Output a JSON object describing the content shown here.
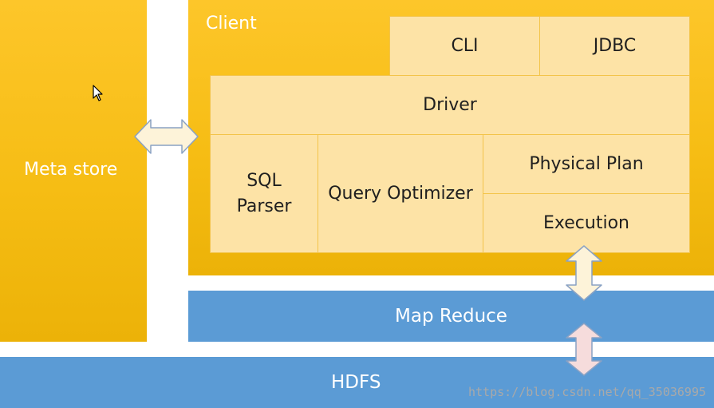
{
  "metastore": {
    "label": "Meta store"
  },
  "client": {
    "label": "Client",
    "cli": "CLI",
    "jdbc": "JDBC",
    "driver": "Driver",
    "sql_parser": "SQL\nParser",
    "query_optimizer": "Query Optimizer",
    "physical_plan": "Physical Plan",
    "execution": "Execution"
  },
  "mapreduce": {
    "label": "Map Reduce"
  },
  "hdfs": {
    "label": "HDFS"
  },
  "watermark": "https://blog.csdn.net/qq_35036995",
  "colors": {
    "gold": "#fdc62a",
    "cell": "#fde3a6",
    "blue": "#5b9bd5",
    "arrow_cream": "#fdf3d9",
    "arrow_pink": "#f6dcdc"
  }
}
